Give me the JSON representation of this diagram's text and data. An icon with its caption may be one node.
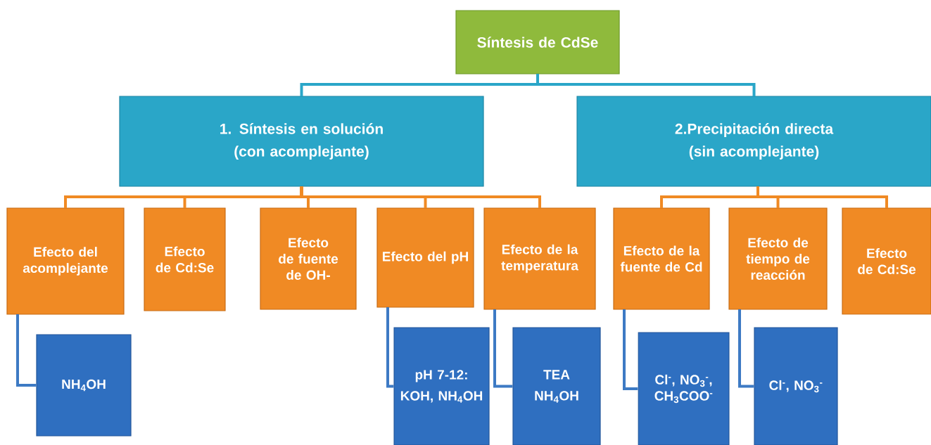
{
  "diagram": {
    "nodes": [
      {
        "text": [
          "Síntesis de CdSe"
        ]
      },
      {
        "text": [
          "1. Síntesis en solución",
          "(con acomplejante)"
        ]
      },
      {
        "text": [
          "2.Precipitación directa",
          "(sin acomplejante)"
        ]
      },
      {
        "text": [
          "Efecto del acomplejante"
        ]
      },
      {
        "text": [
          "Efecto de Cd:Se"
        ]
      },
      {
        "text": [
          "Efecto de fuente de OH-"
        ]
      },
      {
        "text": [
          "Efecto del pH"
        ]
      },
      {
        "text": [
          "Efecto de la temperatura"
        ]
      },
      {
        "text": [
          "Efecto de la fuente de Cd"
        ]
      },
      {
        "text": [
          "Efecto de tiempo de reacción"
        ]
      },
      {
        "text": [
          "Efecto de Cd:Se"
        ]
      },
      {
        "text": [
          "NH$_{4}$OH"
        ]
      },
      {
        "text": [
          "pH 7-12:",
          "KOH, NH$_{4}$OH"
        ]
      },
      {
        "text": [
          "TEA",
          "NH$_{4}$OH"
        ]
      },
      {
        "text": [
          "Cl$^{-}$, NO$_{3}$$^{-}$, CH$_{3}$COO$^{-}$"
        ]
      },
      {
        "text": [
          "Cl$^{-}$, NO$_{3}$$^{-}$"
        ]
      }
    ],
    "edges": [
      {
        "from": 0,
        "to": 1,
        "arrow": "none",
        "color": "#2aa6c8"
      },
      {
        "from": 0,
        "to": 2,
        "arrow": "none",
        "color": "#2aa6c8"
      },
      {
        "from": 1,
        "to": 3,
        "arrow": "none"
      },
      {
        "from": 1,
        "to": 4,
        "arrow": "none"
      },
      {
        "from": 1,
        "to": 5,
        "arrow": "none"
      },
      {
        "from": 1,
        "to": 6,
        "arrow": "none"
      },
      {
        "from": 1,
        "to": 7,
        "arrow": "none"
      },
      {
        "from": 2,
        "to": 8,
        "arrow": "none"
      },
      {
        "from": 2,
        "to": 9,
        "arrow": "none"
      },
      {
        "from": 2,
        "to": 10,
        "arrow": "none"
      },
      {
        "from": 3,
        "to": 11,
        "arrow": "none",
        "color": "#3d7ac4"
      },
      {
        "from": 6,
        "to": 12,
        "arrow": "none",
        "color": "#3d7ac4"
      },
      {
        "from": 7,
        "to": 13,
        "arrow": "none",
        "color": "#3d7ac4"
      },
      {
        "from": 8,
        "to": 14,
        "arrow": "none",
        "color": "#3d7ac4"
      },
      {
        "from": 9,
        "to": 15,
        "arrow": "none",
        "color": "#3d7ac4"
      }
    ]
  }
}
